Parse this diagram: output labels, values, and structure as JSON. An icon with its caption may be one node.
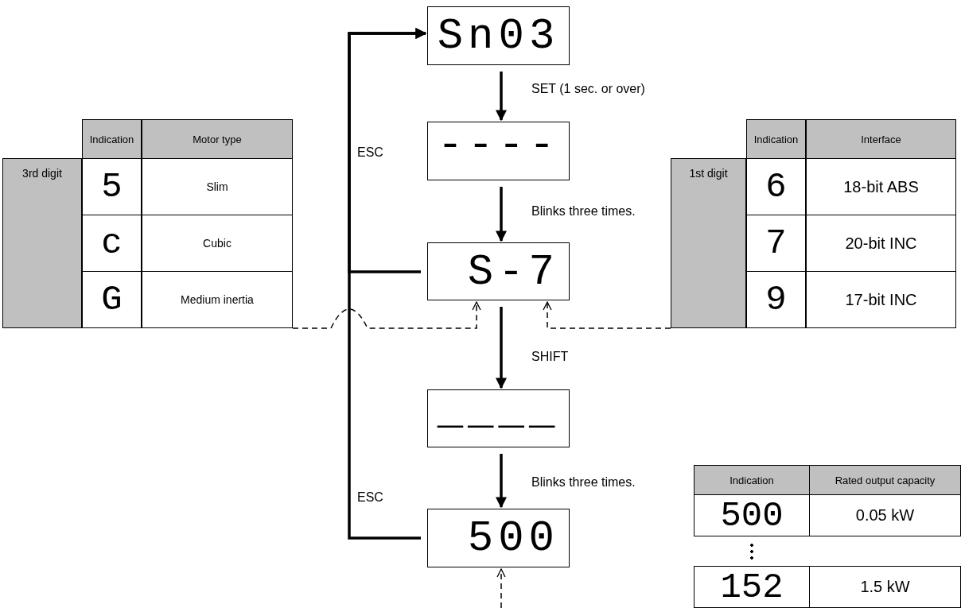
{
  "diagram": {
    "nodes": [
      {
        "text": [
          "Sn03"
        ]
      },
      {
        "text": [
          "----"
        ]
      },
      {
        "text": [
          "S-7"
        ]
      },
      {
        "text": [
          "____"
        ]
      },
      {
        "text": [
          "500"
        ]
      },
      {
        "text": [],
        "shape": "box"
      },
      {
        "text": [],
        "shape": "box"
      },
      {
        "text": [],
        "shape": "box"
      }
    ],
    "edges": [
      {
        "from": 0,
        "to": 1,
        "arrow": "to",
        "label": "SET (1 sec. or over)"
      },
      {
        "from": 1,
        "to": 2,
        "arrow": "to",
        "label": "Blinks three times."
      },
      {
        "from": 2,
        "to": 3,
        "arrow": "to",
        "label": "SHIFT"
      },
      {
        "from": 3,
        "to": 4,
        "arrow": "to",
        "label": "Blinks three times."
      },
      {
        "from": 2,
        "to": 0,
        "arrow": "to",
        "label": "ESC"
      },
      {
        "from": 4,
        "to": 0,
        "arrow": "to",
        "label": "ESC"
      },
      {
        "from": 5,
        "to": 2,
        "arrow": "to",
        "style": "dashed"
      },
      {
        "from": 6,
        "to": 2,
        "arrow": "to",
        "style": "dashed"
      },
      {
        "from": null,
        "to": 4,
        "arrow": "to",
        "style": "dashed"
      }
    ],
    "labels": [
      "Indication",
      "Motor type",
      "3rd digit",
      "5",
      "Slim",
      "c",
      "Cubic",
      "G",
      "Medium inertia",
      "Indication",
      "Interface",
      "1st digit",
      "6",
      "18-bit ABS",
      "7",
      "20-bit INC",
      "9",
      "17-bit INC",
      "Indication",
      "Rated output capacity",
      "500",
      "0.05 kW",
      "152",
      "1.5 kW"
    ]
  }
}
